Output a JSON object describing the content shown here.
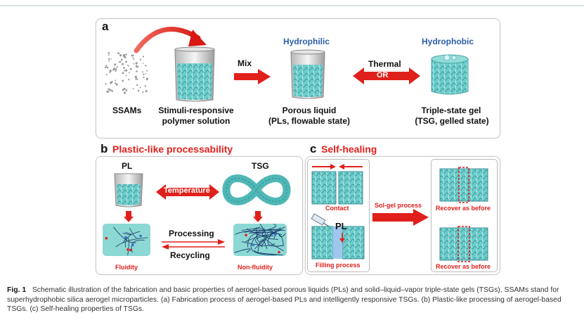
{
  "figure": {
    "panel_a": {
      "label": "a",
      "ssams": "SSAMs",
      "polymer_line1": "Stimuli-responsive",
      "polymer_line2": "polymer solution",
      "mix": "Mix",
      "hydrophilic": "Hydrophilic",
      "porous_line1": "Porous liquid",
      "porous_line2": "(PLs, flowable state)",
      "thermal": "Thermal",
      "or": "OR",
      "hydrophobic": "Hydrophobic",
      "tsg_line1": "Triple-state gel",
      "tsg_line2": "(TSG, gelled state)"
    },
    "panel_b": {
      "label": "b",
      "title": "Plastic-like processability",
      "pl": "PL",
      "tsg": "TSG",
      "temperature": "Temperature",
      "processing": "Processing",
      "recycling": "Recycling",
      "fluidity": "Fluidity",
      "non_fluidity": "Non-fluidity"
    },
    "panel_c": {
      "label": "c",
      "title": "Self-healing",
      "contact": "Contact",
      "pl": "PL",
      "filling": "Filling process",
      "sol_gel": "Sol-gel process",
      "recover1": "Recover as before",
      "recover2": "Recover as before"
    }
  },
  "caption": {
    "fig_label": "Fig. 1",
    "text": "Schematic illustration of the fabrication and basic properties of aerogel-based porous liquids (PLs) and solid–liquid–vapor triple-state gels (TSGs), SSAMs stand for superhydrophobic silica aerogel microparticles. (a) Fabrication process of aerogel-based PLs and intelligently responsive TSGs. (b) Plastic-like processing of aerogel-based TSGs. (c) Self-healing properties of TSGs."
  },
  "colors": {
    "arrow_red": "#e0201b",
    "gel_teal": "#5fc6c3",
    "label_blue": "#2b5fa8"
  }
}
